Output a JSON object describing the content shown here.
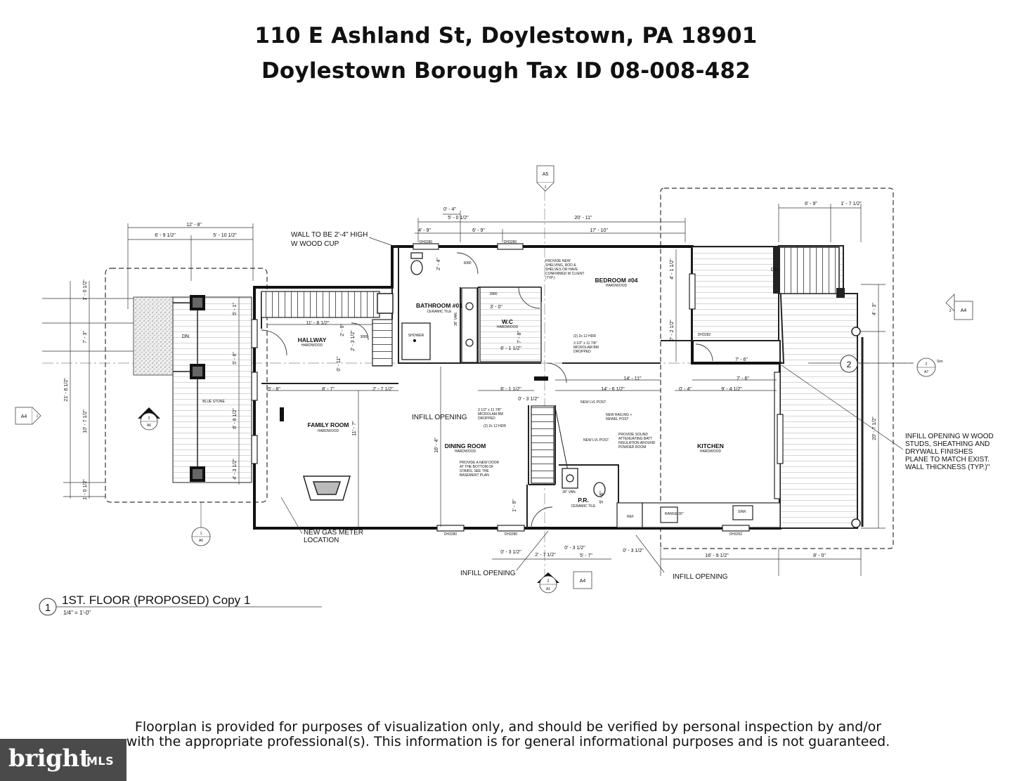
{
  "header": {
    "line1": "110 E Ashland St, Doylestown, PA 18901",
    "line2": "Doylestown Borough  Tax ID 08-008-482"
  },
  "plan": {
    "title_number": "1",
    "title": "1ST. FLOOR (PROPOSED) Copy 1",
    "scale": "1/4\" = 1'-0\"",
    "rooms": {
      "bedroom": "BEDROOM #04",
      "bathroom": "BATHROOM #01",
      "wic": "W.C",
      "hallway": "HALLWAY",
      "family": "FAMILY ROOM",
      "dining": "DINING ROOM",
      "kitchen": "KITCHEN",
      "pr": "P.R.",
      "shower": "SHOWER",
      "blue_stone": "BLUE STONE"
    },
    "finishes": {
      "hardwood": "HARDWOOD",
      "ceramic": "CERAMIC TILE"
    },
    "notes": {
      "wall_line1": "WALL TO BE 2'-4\" HIGH",
      "wall_line2": "W WOOD CUP",
      "infill": "INFILL OPENING",
      "gas1": "NEW GAS METER",
      "gas2": "LOCATION",
      "infill_wood": [
        "INFILL OPENING W WOOD",
        "STUDS, SHEATHING AND",
        "DRYWALL FINISHES",
        "PLANE TO MATCH EXIST.",
        "WALL THICKNESS (TYP.)\""
      ],
      "dn": "DN",
      "sim": "Sim",
      "shelving": [
        "PROVIDE NEW",
        "SHELVING, ROD &",
        "SHELVES OR HAVE",
        "CONFIRMED W CLIENT",
        "(TYP.)"
      ],
      "hdr": "(2) 2x 12 HDR",
      "microlam": [
        "3 1/2\" x 11 7/8\"",
        "MICROLAM BM",
        "DROPPED"
      ],
      "new_lvl_post": "NEW LVL POST",
      "railing": [
        "NEW RAILING +",
        "NEWEL POST"
      ],
      "batt": [
        "PROVIDE SOUND",
        "ATTENUATING BATT",
        "INSULATION AROUND",
        "POWDER ROOM"
      ],
      "door": [
        "PROVIDE A NEW DOOR",
        "AT THE BOTTOM OF",
        "STAIRS. SEE THE",
        "BASEMENT PLAN"
      ],
      "ref": "REF",
      "range": "RANGE 30\"",
      "sink": "SINK",
      "van": "30\" VAN.",
      "van36": "36\" VAN."
    },
    "tags": {
      "a5": "A5",
      "a5n": "1",
      "a4": "A4",
      "a4n": "1",
      "a6": "A6",
      "a6n": "2",
      "a6b": "A6",
      "a6bn": "1",
      "a4r": "A4",
      "a4rn": "3",
      "a7": "A7",
      "a7n": "2",
      "a1": "A1",
      "a1n": "2",
      "a4b": "A4",
      "grid2": "2"
    },
    "dims": {
      "d_12_8": "12' - 8\"",
      "d_6_9h": "6' - 9 1/2\"",
      "d_5_10h": "5' - 10 1/2\"",
      "d_0_4": "0' - 4\"",
      "d_5_0h": "5' - 0 1/2\"",
      "d_4_9": "4' - 9\"",
      "d_6_9": "6' - 9\"",
      "d_20_11": "20' - 11\"",
      "d_17_10": "17' - 10\"",
      "d_6_9b": "6' - 9\"",
      "d_1_7h": "1' - 7 1/2\"",
      "d_11_8h": "11' - 8 1/2\"",
      "d_8_7": "8' - 7\"",
      "d_2_7h": "2' - 7 1/2\"",
      "d_5_8": "5' - 8\"",
      "d_6_1h": "6' - 1 1/2\"",
      "d_6_1hb": "6' - 1 1/2\"",
      "d_14_6h": "14' - 6 1/2\"",
      "d_14_11": "14' - 11\"",
      "d_0_4b": "0' - 4\"",
      "d_9_4h": "9' - 4 1/2\"",
      "d_7_6": "7' - 6\"",
      "d_7_6b": "7' - 6\"",
      "d_0_3h": "0' - 3 1/2\"",
      "d_21_6h": "21' - 6 1/2\"",
      "d_7_3": "7' - 3\"",
      "d_10_7h": "10' - 7 1/2\"",
      "d_1_0h": "1' - 0 1/2\"",
      "d_1_0hb": "1' - 0 1/2\"",
      "d_5_1": "5' - 1\"",
      "d_5_6": "5' - 6\"",
      "d_6_8h": "6' - 8 1/2\"",
      "d_4_3h": "4' - 3 1/2\"",
      "d_11_7": "11' - 7\"",
      "d_16_4": "16' - 4\"",
      "d_20_7h": "20' - 7 1/2\"",
      "d_4_3": "4' - 3\"",
      "d_4_1h": "4' - 1 1/2\"",
      "d_7_2h": "7' - 2 1/2\"",
      "d_0_11": "0' - 11\"",
      "d_2_3h": "2' - 3 1/2\"",
      "d_2_9": "2' - 9\"",
      "d_3_0": "3' - 0\"",
      "d_2_4": "2' - 4\"",
      "d_7_8": "7' - 8\"",
      "d_5_6b": "5' - 6\"",
      "d_1_9": "1' - 9\"",
      "d_0_3b": "0' - 3 1/2\"",
      "d_0_3c": "0' - 3 1/2\"",
      "d_0_3d": "0' - 3 1/2\"",
      "d_2_7hb": "2' - 7 1/2\"",
      "d_5_7": "5' - 7\"",
      "d_16_9h": "16' - 9 1/2\"",
      "d_8_0": "8' - 0\""
    },
    "windows": {
      "dh3280": "DH3280",
      "dh3280b": "DH3280",
      "dh3280c": "DH3280",
      "dh3280d": "DH3280",
      "dh3282": "DH3282",
      "dh3252": "DH3252",
      "d3080": "3080",
      "d3080b": "3080",
      "d2880": "2880"
    }
  },
  "footer": {
    "line1": "Floorplan is provided for purposes of visualization only, and should be verified by personal inspection by and/or",
    "line2": "with the appropriate professional(s). This information is for general informational purposes and is not guaranteed."
  },
  "logo": {
    "word": "bright",
    "mls": "MLS"
  }
}
